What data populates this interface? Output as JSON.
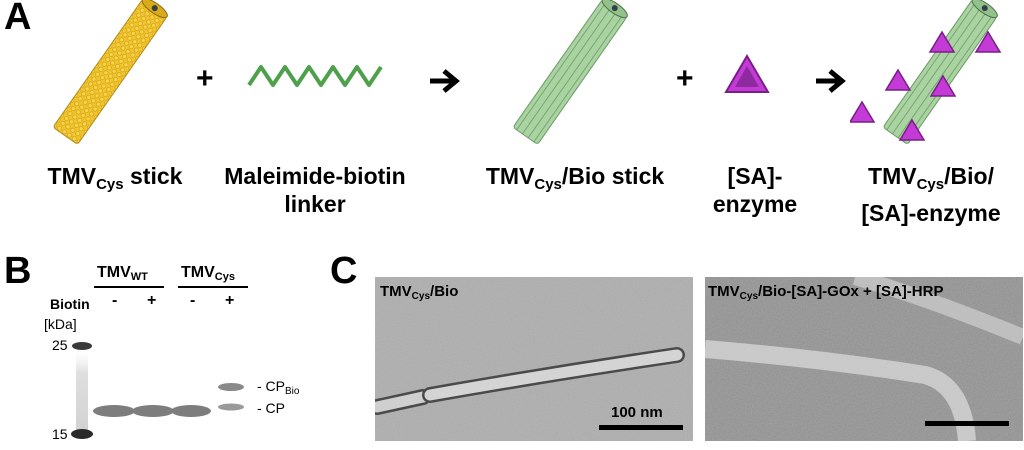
{
  "panel_a": {
    "letter": "A",
    "plus_1": "+",
    "plus_2": "+",
    "items": [
      {
        "main": "TMV",
        "sub": "Cys",
        "rest": " stick"
      },
      {
        "line1": "Maleimide-biotin",
        "line2": "linker"
      },
      {
        "main": "TMV",
        "sub": "Cys",
        "rest": "/Bio stick"
      },
      {
        "line1": "[SA]-",
        "line2": "enzyme"
      },
      {
        "main": "TMV",
        "sub": "Cys",
        "rest": "/Bio/",
        "line2": "[SA]-enzyme"
      }
    ],
    "colors": {
      "tmv_stick": "#f0c32a",
      "bio_stick": "#a9d3a1",
      "linker": "#4fa04a",
      "enzyme": "#c43ad6"
    }
  },
  "panel_b": {
    "letter": "B",
    "group_wt": {
      "main": "TMV",
      "sub": "WT"
    },
    "group_cys": {
      "main": "TMV",
      "sub": "Cys"
    },
    "biotin_label": "Biotin",
    "signs": [
      "-",
      "+",
      "-",
      "+"
    ],
    "unit": "[kDa]",
    "marker_25": "25",
    "marker_15": "15",
    "band_cpbio": {
      "main": "- CP",
      "sub": "Bio"
    },
    "band_cp": "- CP"
  },
  "panel_c": {
    "letter": "C",
    "left_label": {
      "main": "TMV",
      "sub": "Cys",
      "rest": "/Bio"
    },
    "right_label": {
      "main": "TMV",
      "sub": "Cys",
      "rest": "/Bio-[SA]-GOx + [SA]-HRP"
    },
    "scale_text": "100 nm"
  }
}
